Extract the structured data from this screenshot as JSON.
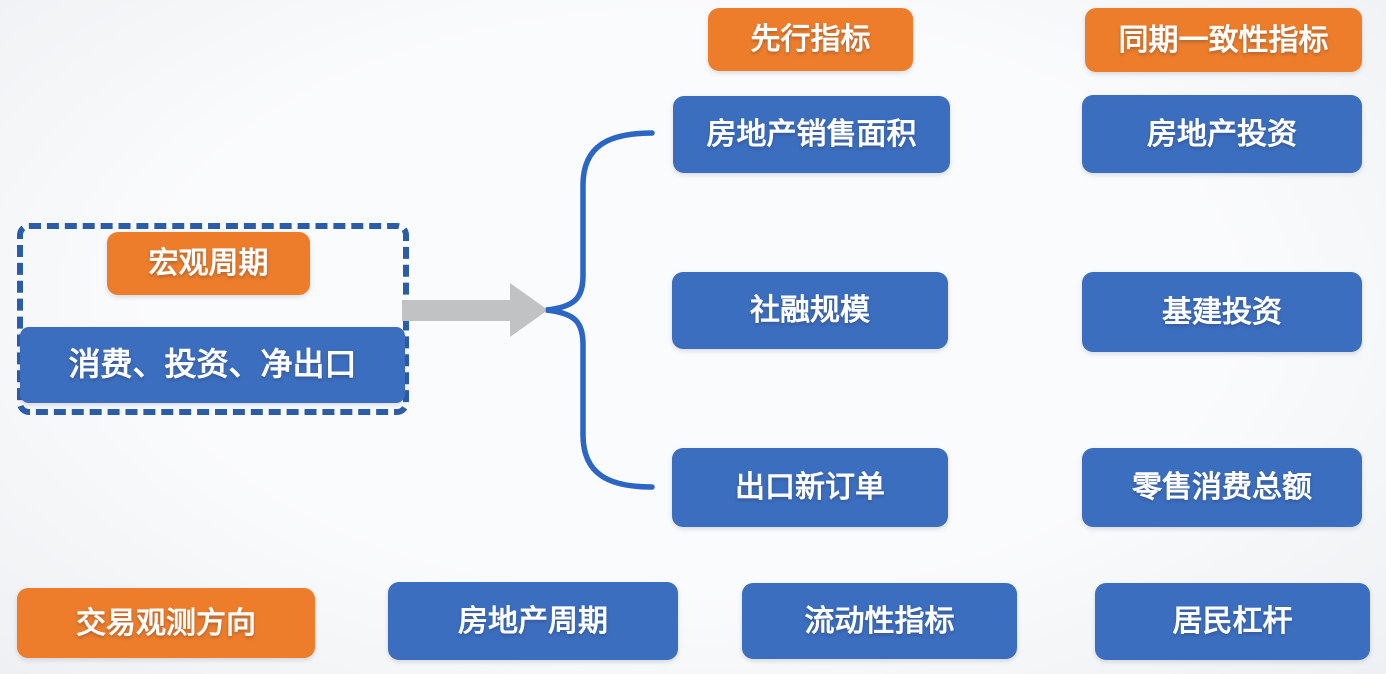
{
  "diagram": {
    "background": "#f7f8fa",
    "colors": {
      "blue_box": "#3c6ebf",
      "orange_box": "#ed7d2b",
      "dashed_border": "#2b5ca8",
      "brace": "#2c66c4",
      "arrow": "#c1c2c4",
      "text": "#ffffff"
    },
    "headers": {
      "leading": "先行指标",
      "coincident": "同期一致性指标"
    },
    "macro_group": {
      "title": "宏观周期",
      "components": "消费、投资、净出口"
    },
    "leading_indicators": [
      "房地产销售面积",
      "社融规模",
      "出口新订单"
    ],
    "coincident_indicators": [
      "房地产投资",
      "基建投资",
      "零售消费总额"
    ],
    "bottom_row": {
      "label": "交易观测方向",
      "items": [
        "房地产周期",
        "流动性指标",
        "居民杠杆"
      ]
    }
  }
}
